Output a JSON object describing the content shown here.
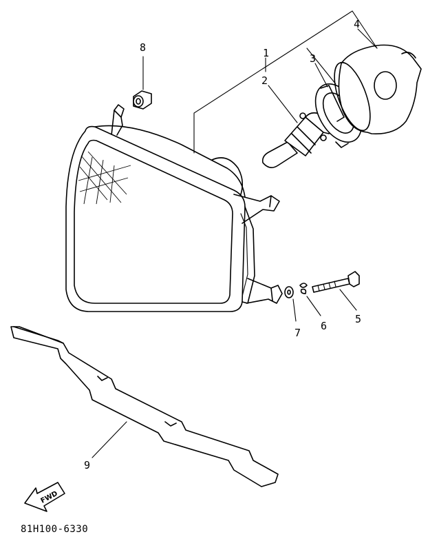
{
  "diagram": {
    "callouts": {
      "p1": "1",
      "p2": "2",
      "p3": "3",
      "p4": "4",
      "p5": "5",
      "p6": "6",
      "p7": "7",
      "p8": "8",
      "p9": "9"
    },
    "fwd_label": "FWD",
    "drawing_code": "81H100-6330"
  }
}
